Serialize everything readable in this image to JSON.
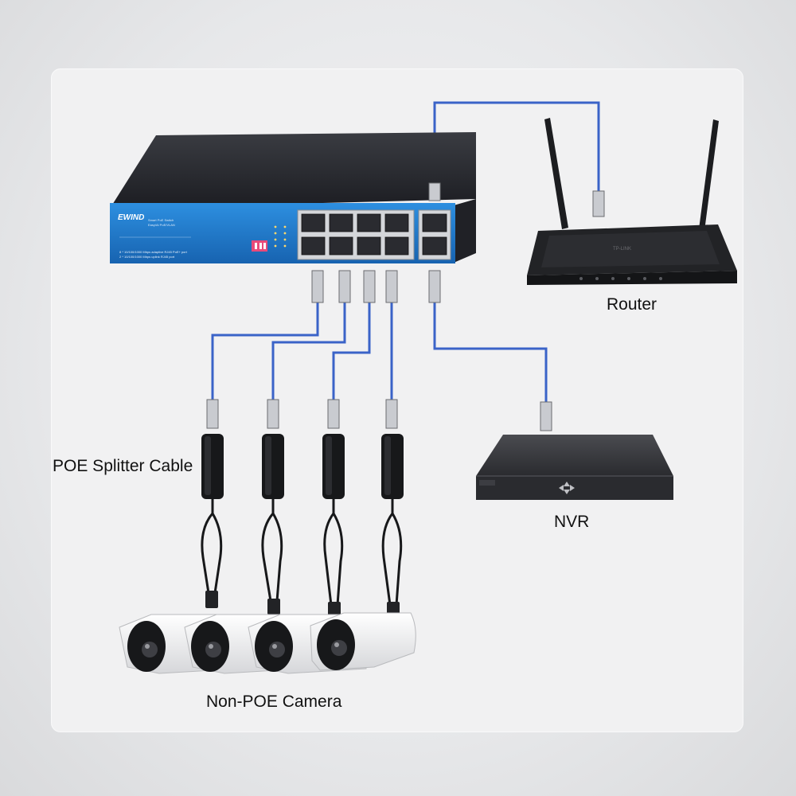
{
  "switch": {
    "brand": "EWIND",
    "model_line1": "Smart PoE Switch",
    "model_line2": "Easy/Ai PoE/VLAN",
    "desc_line1": "8 * 10/100/1000 Mbps adaptive RJ45 PoE+ port",
    "desc_line2": "2 * 10/100/1000 Mbps uplink RJ45 port"
  },
  "labels": {
    "router": "Router",
    "nvr": "NVR",
    "splitter": "POE Splitter Cable",
    "camera": "Non-POE Camera"
  },
  "colors": {
    "cable": "#3a63c8",
    "switch_blue": "#1f7fd0",
    "device_dark": "#1c1d20"
  }
}
